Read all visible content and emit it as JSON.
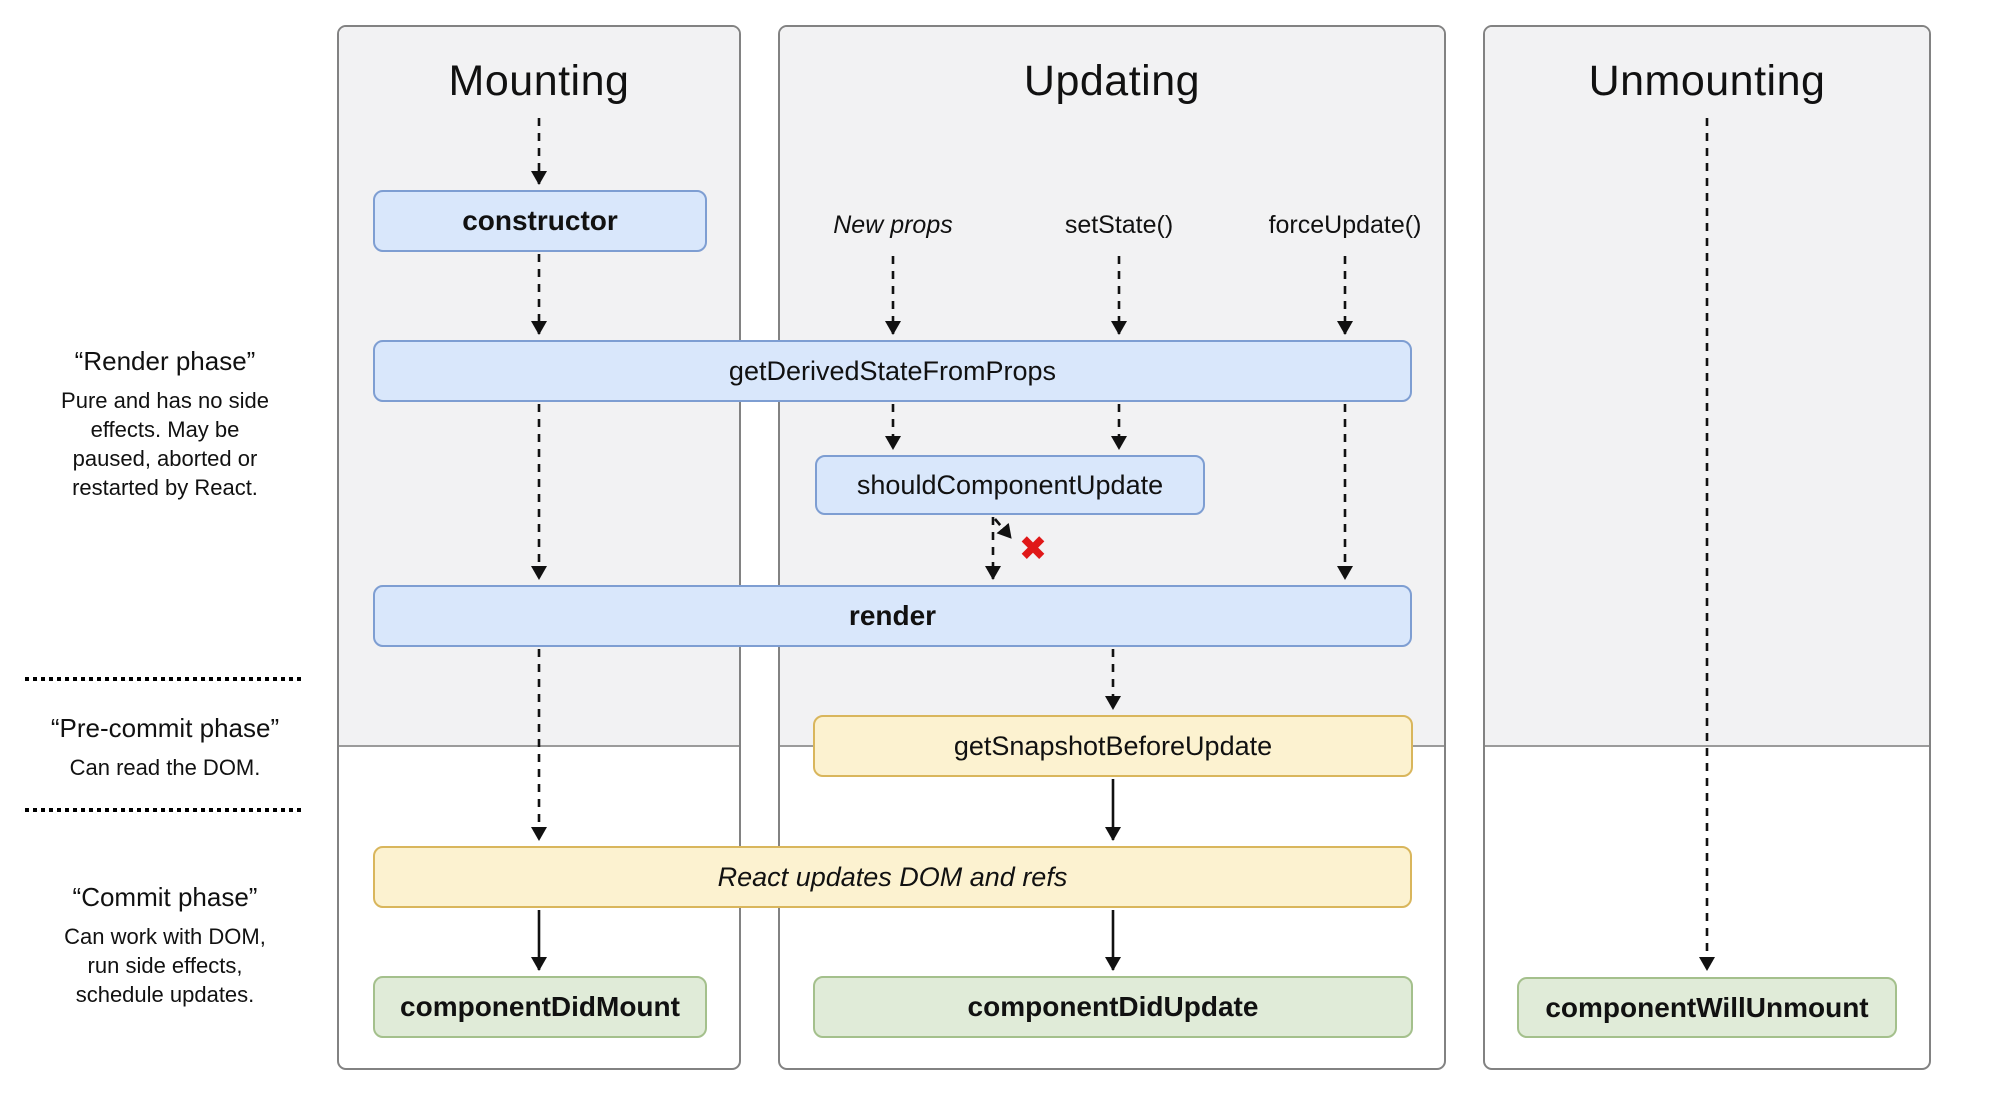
{
  "left_notes": [
    {
      "title": "“Render phase”",
      "body": "Pure and has no side\neffects. May be\npaused, aborted or\nrestarted by React."
    },
    {
      "title": "“Pre-commit phase”",
      "body": "Can read the DOM."
    },
    {
      "title": "“Commit phase”",
      "body": "Can work with DOM,\nrun side effects,\nschedule updates."
    }
  ],
  "columns": [
    {
      "title": "Mounting"
    },
    {
      "title": "Updating"
    },
    {
      "title": "Unmounting"
    }
  ],
  "triggers": {
    "new_props": "New props",
    "set_state": "setState()",
    "force_update": "forceUpdate()"
  },
  "boxes": {
    "constructor": "constructor",
    "get_derived": "getDerivedStateFromProps",
    "should_update": "shouldComponentUpdate",
    "render": "render",
    "get_snapshot": "getSnapshotBeforeUpdate",
    "react_updates": "React updates DOM and refs",
    "did_mount": "componentDidMount",
    "did_update": "componentDidUpdate",
    "will_unmount": "componentWillUnmount"
  },
  "glyphs": {
    "red_cross": "✖"
  },
  "colors": {
    "panel_gray": "#f2f2f3",
    "panel_border": "#828282",
    "divider": "#9b9b9b",
    "blue_fill": "#d9e7fb",
    "blue_border": "#7e9ed2",
    "yellow_fill": "#fcf2d0",
    "yellow_border": "#d9b65c",
    "green_fill": "#e0ebd8",
    "green_border": "#a4c08c",
    "arrow": "#111111",
    "red_cross": "#e01818",
    "text": "#111111"
  }
}
